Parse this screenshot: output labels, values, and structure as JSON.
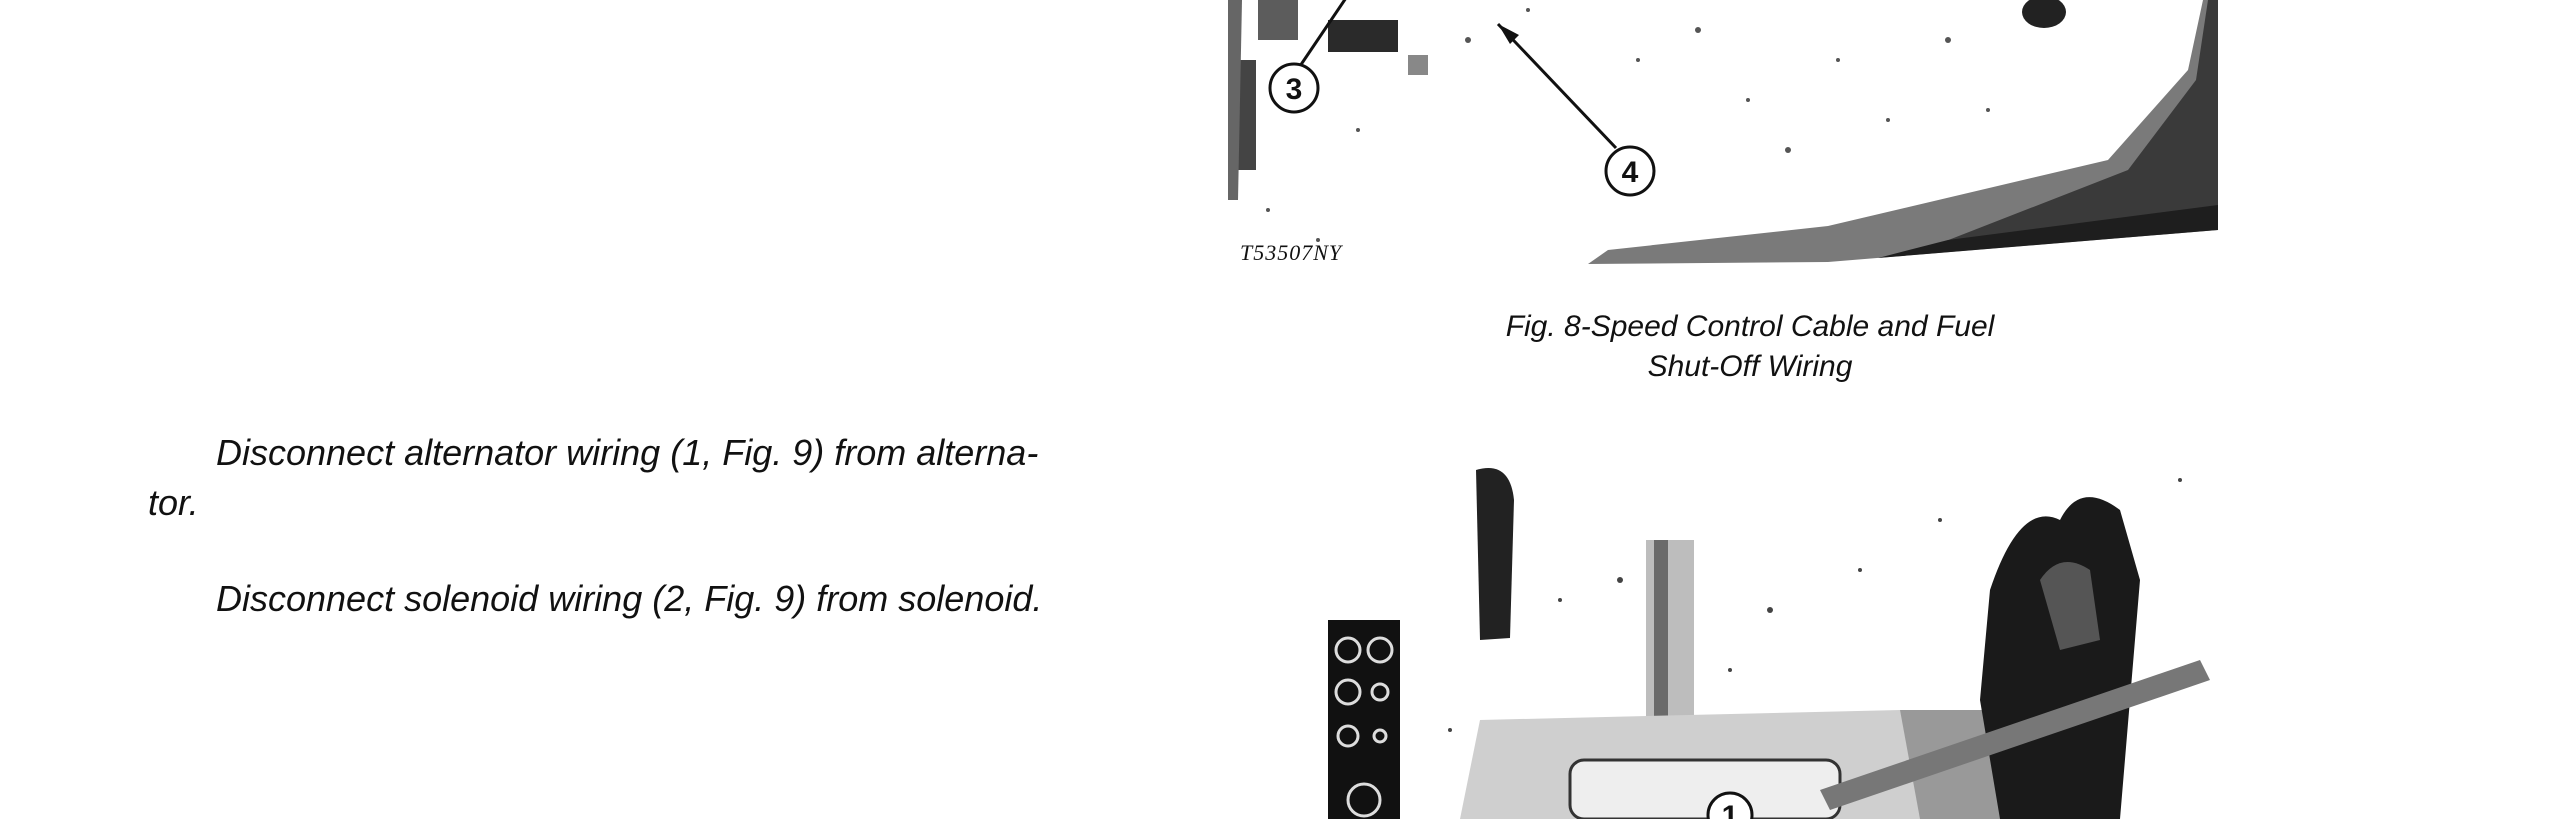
{
  "figure8": {
    "photo_code": "T53507NY",
    "callouts": [
      "3",
      "4"
    ],
    "caption_line1": "Fig. 8-Speed Control Cable and Fuel",
    "caption_line2": "Shut-Off Wiring"
  },
  "instructions": {
    "step1_line1": "Disconnect alternator wiring (1, Fig. 9) from alterna-",
    "step1_line2": "tor.",
    "step2": "Disconnect solenoid wiring (2, Fig. 9) from solenoid."
  },
  "figure9": {
    "callouts": [
      "1"
    ]
  }
}
